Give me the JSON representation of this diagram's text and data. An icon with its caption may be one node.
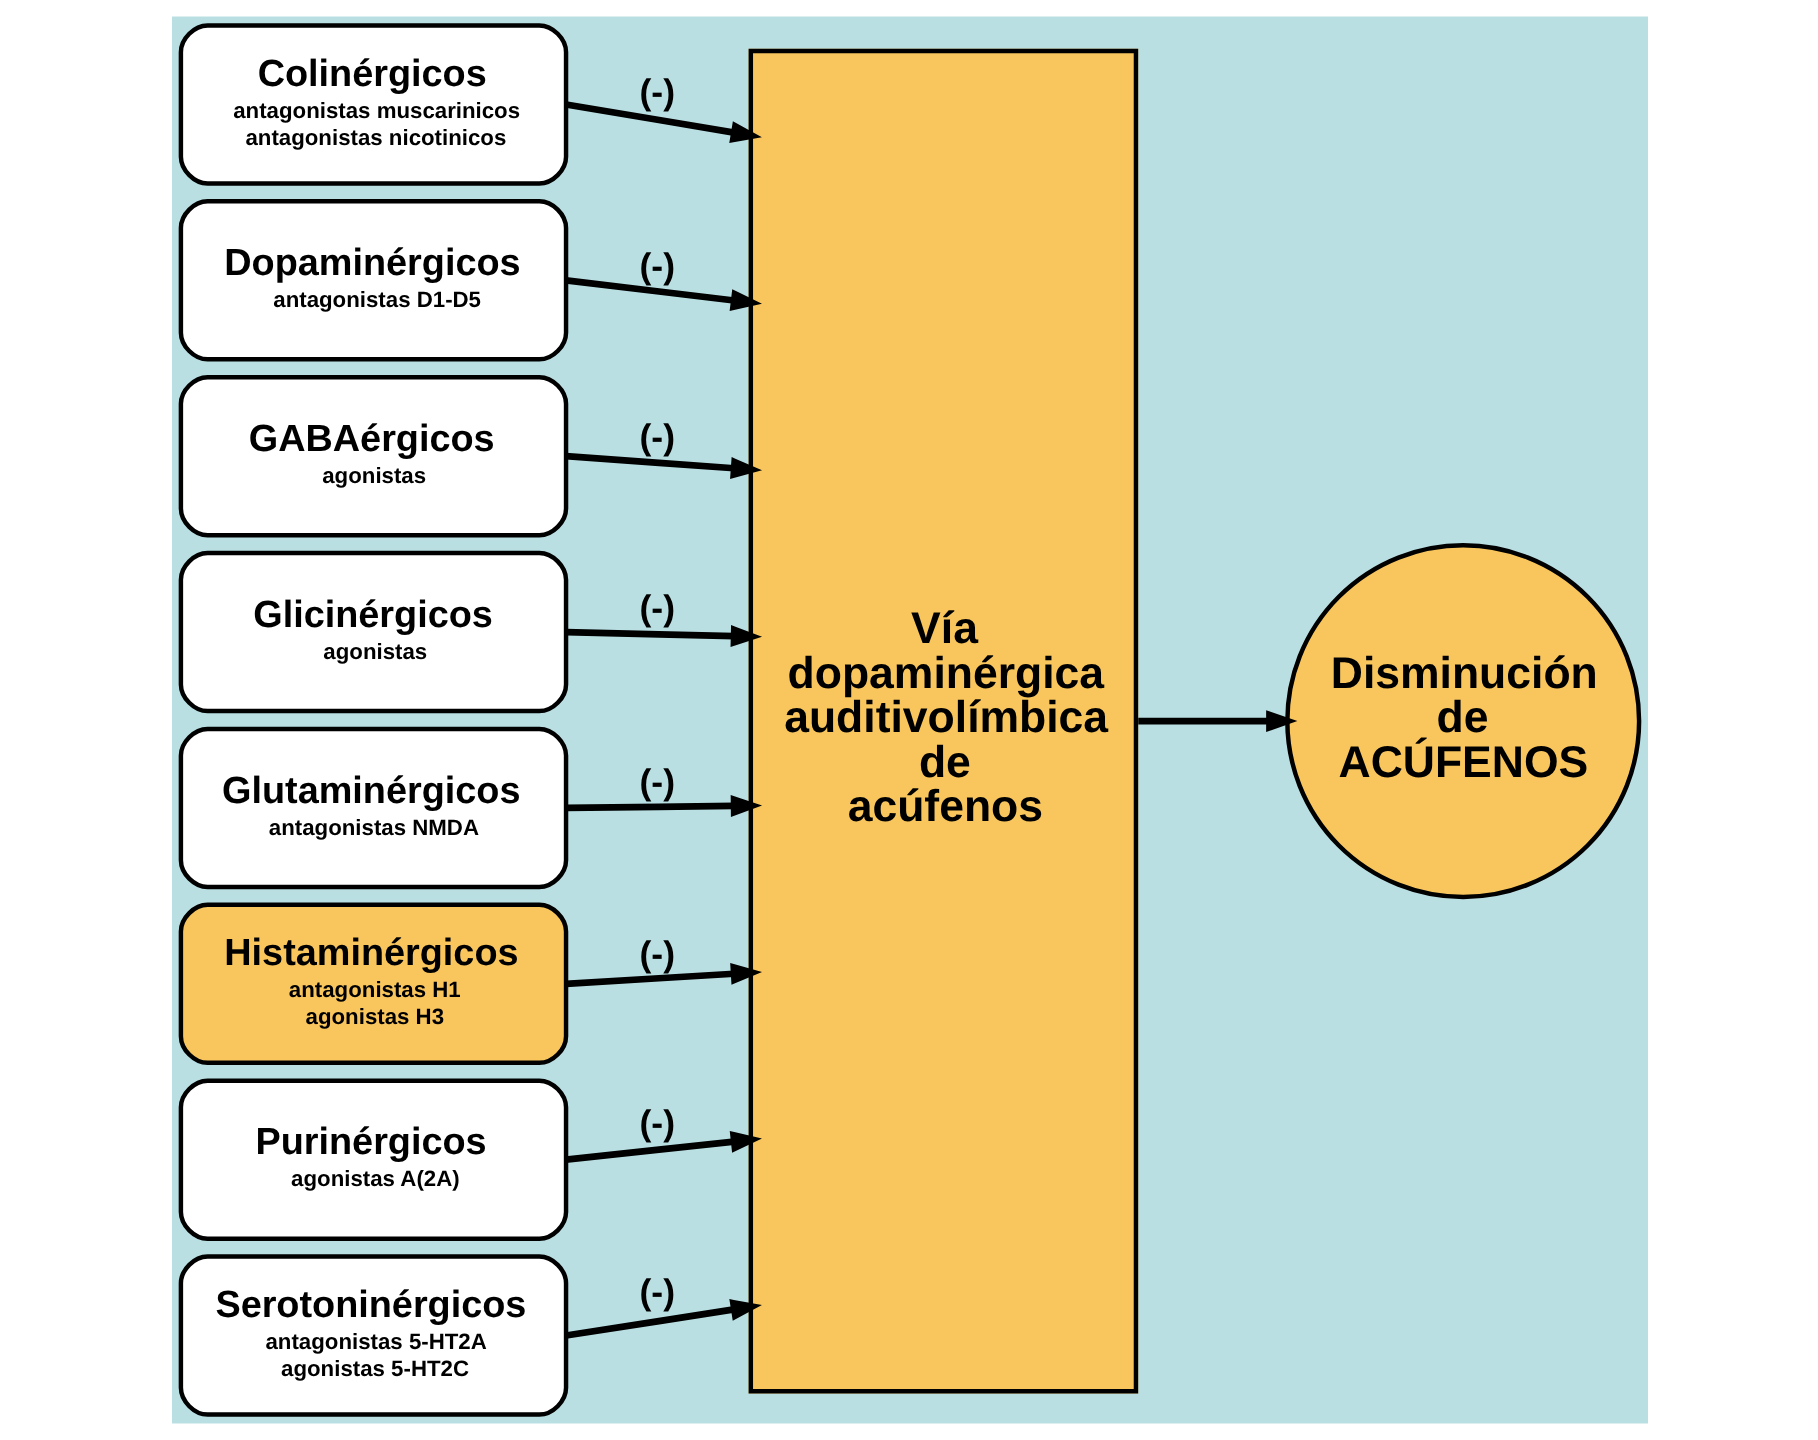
{
  "diagram": {
    "nodes": [
      {
        "text": [
          "Colinérgicos",
          "antagonistas muscarinicos",
          "antagonistas nicotinicos"
        ]
      },
      {
        "text": [
          "Dopaminérgicos",
          "antagonistas D1-D5"
        ]
      },
      {
        "text": [
          "GABAérgicos",
          "agonistas"
        ]
      },
      {
        "text": [
          "Glicinérgicos",
          "agonistas"
        ]
      },
      {
        "text": [
          "Glutaminérgicos",
          "antagonistas NMDA"
        ]
      },
      {
        "text": [
          "Histaminérgicos",
          "antagonistas H1",
          "agonistas H3"
        ]
      },
      {
        "text": [
          "Purinérgicos",
          "agonistas A(2A)"
        ]
      },
      {
        "text": [
          "Serotoninérgicos",
          "antagonistas 5-HT2A",
          "agonistas 5-HT2C"
        ]
      },
      {
        "text": [
          "Vía dopaminérgica auditivolímbica de acúfenos"
        ]
      },
      {
        "text": [
          "Disminución de ACÚFENOS"
        ]
      }
    ],
    "edges": [
      {
        "from": 0,
        "to": 8,
        "arrow": "to",
        "label": "(-)"
      },
      {
        "from": 1,
        "to": 8,
        "arrow": "to",
        "label": "(-)"
      },
      {
        "from": 2,
        "to": 8,
        "arrow": "to",
        "label": "(-)"
      },
      {
        "from": 3,
        "to": 8,
        "arrow": "to",
        "label": "(-)"
      },
      {
        "from": 4,
        "to": 8,
        "arrow": "to",
        "label": "(-)"
      },
      {
        "from": 5,
        "to": 8,
        "arrow": "to",
        "label": "(-)"
      },
      {
        "from": 6,
        "to": 8,
        "arrow": "to",
        "label": "(-)"
      },
      {
        "from": 7,
        "to": 8,
        "arrow": "to",
        "label": "(-)"
      },
      {
        "from": 8,
        "to": 9,
        "arrow": "to"
      }
    ]
  }
}
